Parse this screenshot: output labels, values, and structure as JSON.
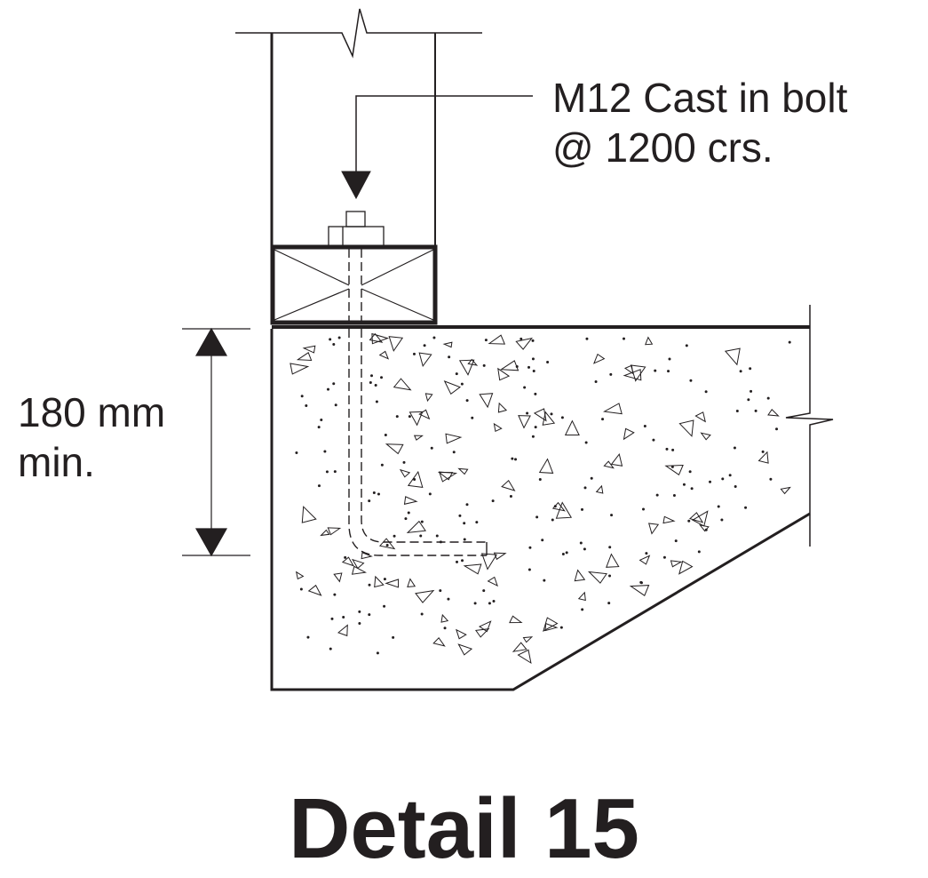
{
  "annotation": {
    "line1": "M12 Cast in bolt",
    "line2": "@ 1200 crs."
  },
  "dimension": {
    "line1": "180 mm",
    "line2": "min."
  },
  "title": "Detail 15",
  "colors": {
    "ink": "#231f20"
  }
}
